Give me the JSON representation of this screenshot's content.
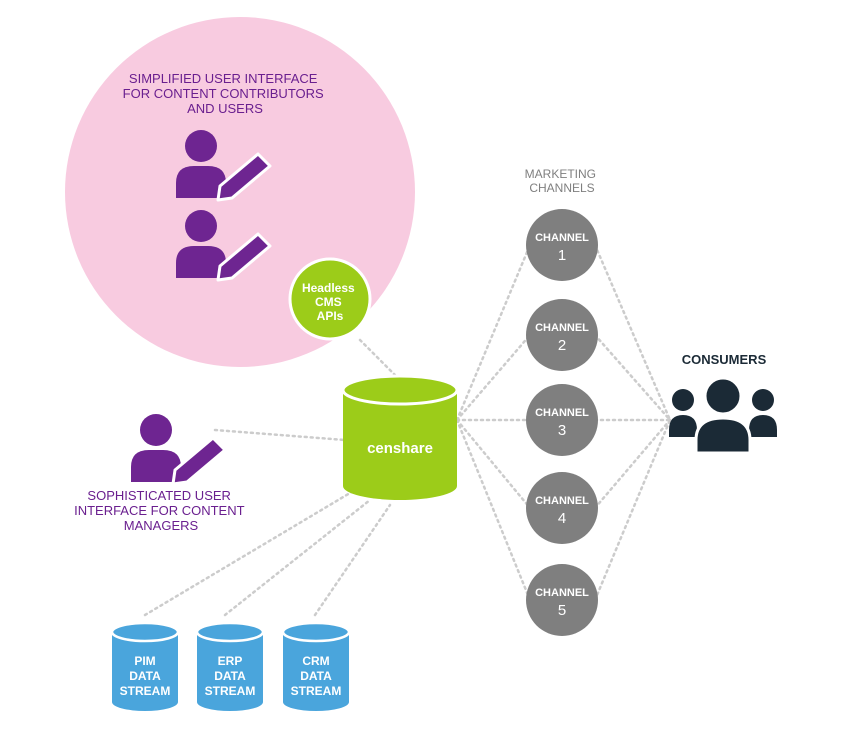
{
  "simplified_label": [
    "SIMPLIFIED USER INTERFACE",
    "FOR CONTENT CONTRIBUTORS",
    "AND USERS"
  ],
  "sophisticated_label": [
    "SOPHISTICATED USER",
    "INTERFACE FOR CONTENT",
    "MANAGERS"
  ],
  "headless": [
    "Headless",
    "CMS",
    "APIs"
  ],
  "hub": "censhare",
  "channels_title": [
    "MARKETING",
    "CHANNELS"
  ],
  "channels": [
    {
      "label": "CHANNEL",
      "num": "1"
    },
    {
      "label": "CHANNEL",
      "num": "2"
    },
    {
      "label": "CHANNEL",
      "num": "3"
    },
    {
      "label": "CHANNEL",
      "num": "4"
    },
    {
      "label": "CHANNEL",
      "num": "5"
    }
  ],
  "consumers": "CONSUMERS",
  "streams": [
    [
      "PIM",
      "DATA",
      "STREAM"
    ],
    [
      "ERP",
      "DATA",
      "STREAM"
    ],
    [
      "CRM",
      "DATA",
      "STREAM"
    ]
  ],
  "colors": {
    "pink": "#f8cbe0",
    "purple": "#6e2591",
    "purple_text": "#6a1f8f",
    "green": "#9ccc19",
    "blue": "#4aa5dc",
    "gray": "#7f7f7f",
    "consumer": "#1b2a36",
    "line": "#cccccc"
  },
  "icons": {
    "editor": "user-edit-icon",
    "consumers": "user-group-icon"
  }
}
